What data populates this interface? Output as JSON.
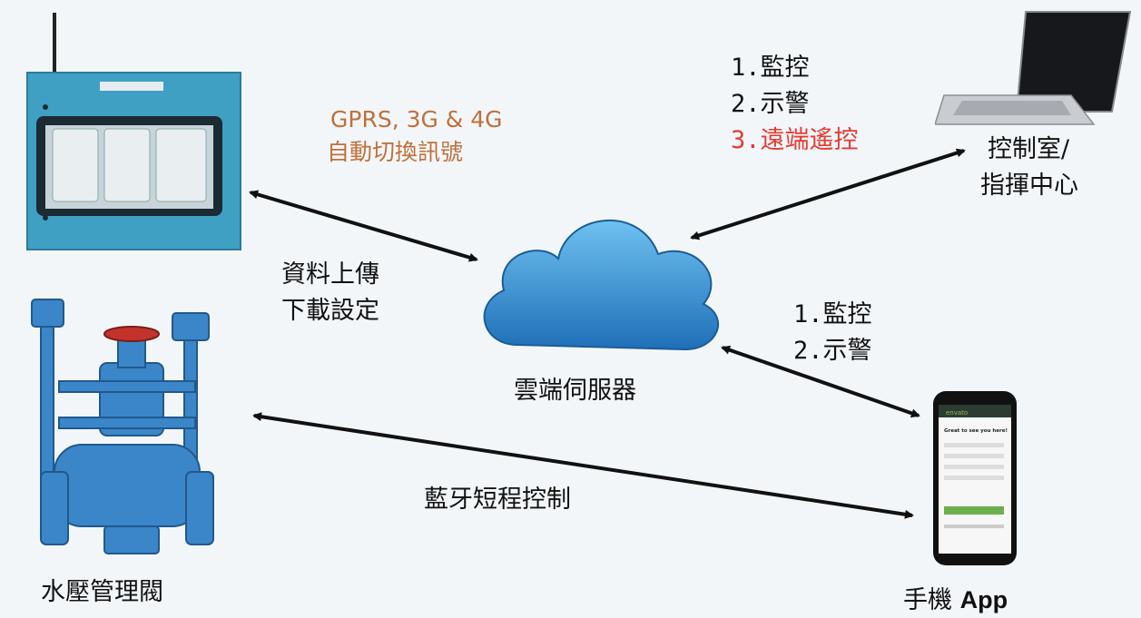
{
  "carrier": {
    "line1": "GPRS, 3G & 4G",
    "line2": "自動切換訊號"
  },
  "control_panel_features": {
    "item1": "1.監控",
    "item2": "2.示警",
    "item3": "3.遠端遙控"
  },
  "control_room": {
    "line1": "控制室/",
    "line2": "指揮中心"
  },
  "data_sync": {
    "line1": "資料上傳",
    "line2": "下載設定"
  },
  "cloud_label": "雲端伺服器",
  "mobile_features": {
    "item1": "1.監控",
    "item2": "2.示警"
  },
  "bluetooth": "藍牙短程控制",
  "valve_label": "水壓管理閥",
  "phone_label": {
    "prefix": "手機",
    "app": "App"
  },
  "phone_screen": {
    "brand": "envato",
    "heading": "Great to see you here!"
  },
  "colors": {
    "arrow": "#111111",
    "cabinet": "#3fa0c4",
    "cloud": "#2a8fd6",
    "valve": "#3b86c9",
    "orange_text": "#c0703a",
    "red_text": "#e33b32",
    "phone_bar": "#6ab04c"
  }
}
